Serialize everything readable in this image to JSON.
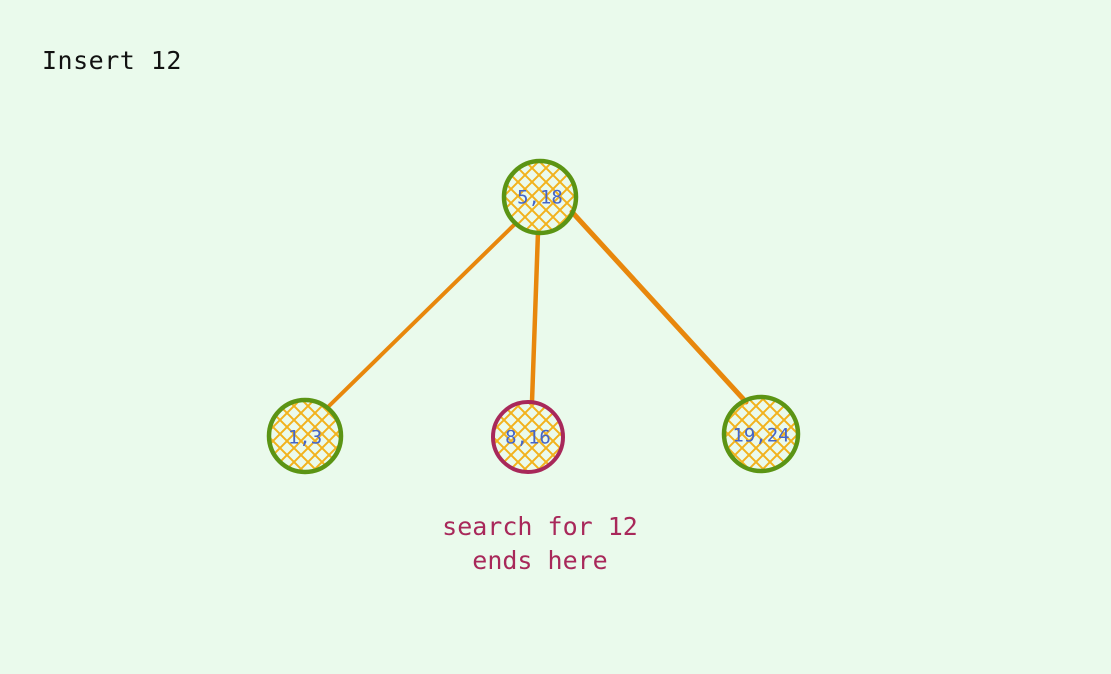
{
  "title": "Insert 12",
  "colors": {
    "background": "#eafaec",
    "edge": "#e8870c",
    "node_border": "#5b9414",
    "highlight_border": "#a8285a",
    "hatch": "#f2b21d",
    "label": "#4565c8",
    "note": "#a8285a"
  },
  "nodes": [
    {
      "id": "root",
      "label": "5,18"
    },
    {
      "id": "left",
      "label": "1,3"
    },
    {
      "id": "middle",
      "label": "8,16",
      "highlighted": true
    },
    {
      "id": "right",
      "label": "19,24"
    }
  ],
  "edges": [
    {
      "from": "root",
      "to": "left"
    },
    {
      "from": "root",
      "to": "middle"
    },
    {
      "from": "root",
      "to": "right"
    }
  ],
  "note": "search for 12\nends here"
}
